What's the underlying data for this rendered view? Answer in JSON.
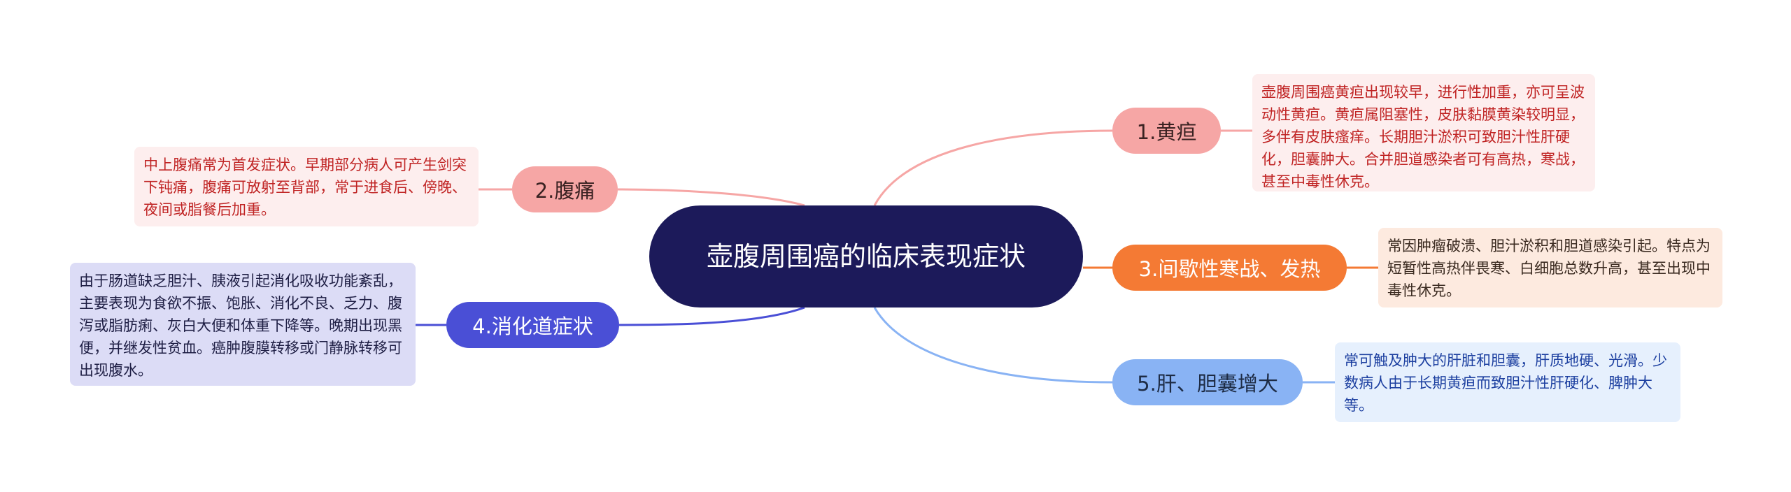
{
  "root": {
    "title": "壶腹周围癌的临床表现症状"
  },
  "branches": [
    {
      "label": "1.黄疸",
      "detail": "壶腹周围癌黄疸出现较早，进行性加重，亦可呈波动性黄疸。黄疸属阻塞性，皮肤黏膜黄染较明显，多伴有皮肤瘙痒。长期胆汁淤积可致胆汁性肝硬化，胆囊肿大。合并胆道感染者可有高热，寒战，甚至中毒性休克。"
    },
    {
      "label": "2.腹痛",
      "detail": "中上腹痛常为首发症状。早期部分病人可产生剑突下钝痛，腹痛可放射至背部，常于进食后、傍晚、夜间或脂餐后加重。"
    },
    {
      "label": "3.间歇性寒战、发热",
      "detail": "常因肿瘤破溃、胆汁淤积和胆道感染引起。特点为短暂性高热伴畏寒、白细胞总数升高，甚至出现中毒性休克。"
    },
    {
      "label": "4.消化道症状",
      "detail": "由于肠道缺乏胆汁、胰液引起消化吸收功能紊乱，主要表现为食欲不振、饱胀、消化不良、乏力、腹泻或脂肪痢、灰白大便和体重下降等。晚期出现黑便，并继发性贫血。癌肿腹膜转移或门静脉转移可出现腹水。"
    },
    {
      "label": "5.肝、胆囊增大",
      "detail": "常可触及肿大的肝脏和胆囊，肝质地硬、光滑。少数病人由于长期黄疸而致胆汁性肝硬化、脾肿大等。"
    }
  ],
  "colors": {
    "root": "#1c1a5a",
    "branch1": "#f6a6a5",
    "branch2": "#f6a6a5",
    "branch3": "#f47a34",
    "branch4": "#4a4fd6",
    "branch5": "#89b3f4"
  }
}
